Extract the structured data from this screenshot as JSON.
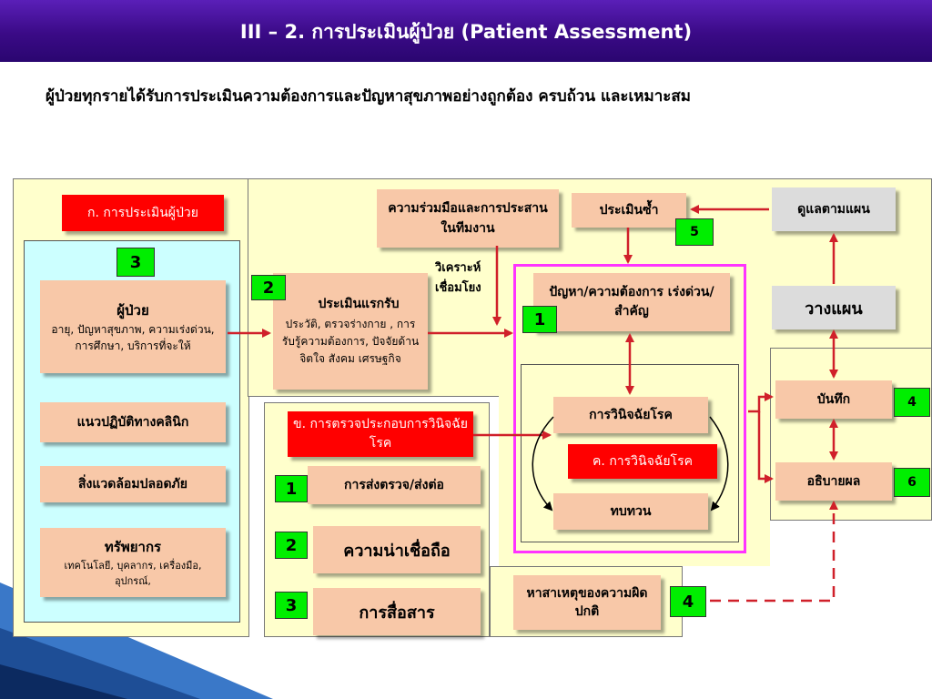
{
  "title": "III – 2. การประเมินผู้ป่วย (Patient Assessment)",
  "intro": "ผู้ป่วยทุกรายได้รับการประเมินความต้องการและปัญหาสุขภาพอย่างถูกต้อง ครบถ้วน และเหมาะสม",
  "left": {
    "header": "ก. การประเมินผู้ป่วย",
    "badge": "3",
    "patient_title": "ผู้ป่วย",
    "patient_detail": "อายุ, ปัญหาสุขภาพ, ความเร่งด่วน, การศึกษา, บริการที่จะให้",
    "guideline": "แนวปฏิบัติทางคลินิก",
    "environment": "สิ่งแวดล้อมปลอดภัย",
    "resources_title": "ทรัพยากร",
    "resources_detail": "เทคโนโลยี, บุคลากร, เครื่องมือ, อุปกรณ์,"
  },
  "initial": {
    "badge": "2",
    "title": "ประเมินแรกรับ",
    "detail": "ประวัติ, ตรวจร่างกาย , การรับรู้ความต้องการ, ปัจจัยด้านจิตใจ สังคม เศรษฐกิจ"
  },
  "teamwork": "ความร่วมมือและการประสานในทีมงาน",
  "analyze": "วิเคราะห์ เชื่อมโยง",
  "reassess": {
    "label": "ประเมินซ้ำ",
    "badge": "5"
  },
  "follow_plan": "ดูแลตามแผน",
  "plan": "วางแผน",
  "problem": {
    "label": "ปัญหา/ความต้องการ เร่งด่วน/สำคัญ",
    "badge": "1"
  },
  "diagnosis": "การวินิจฉัยโรค",
  "diagnosis_header": "ค. การวินิจฉัยโรค",
  "review": "ทบทวน",
  "record": {
    "label": "บันทึก",
    "badge": "4"
  },
  "explain": {
    "label": "อธิบายผล",
    "badge": "6"
  },
  "lab": {
    "header": "ข. การตรวจประกอบการวินิจฉัยโรค",
    "items": [
      {
        "badge": "1",
        "label": "การส่งตรวจ/ส่งต่อ"
      },
      {
        "badge": "2",
        "label": "ความน่าเชื่อถือ"
      },
      {
        "badge": "3",
        "label": "การสื่อสาร"
      }
    ]
  },
  "abnormal": {
    "label": "หาสาเหตุของความผิดปกติ",
    "badge": "4"
  }
}
